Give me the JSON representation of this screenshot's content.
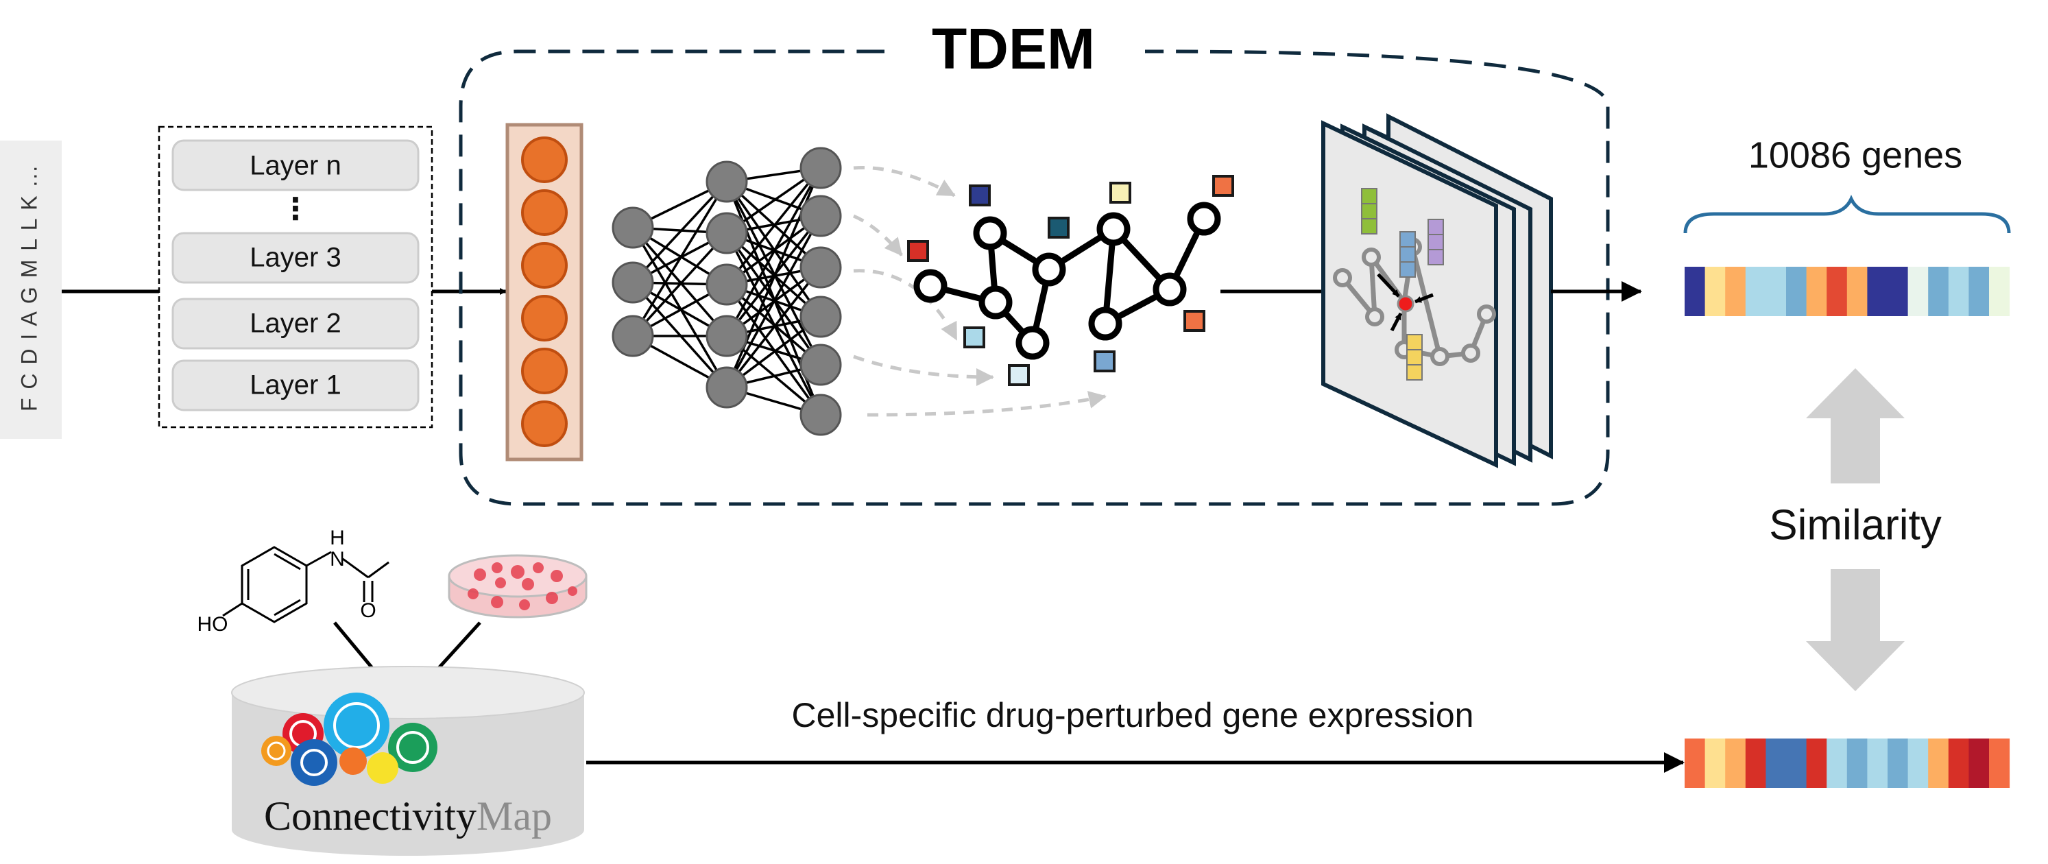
{
  "sequence": "F C D I A G M L L K ...",
  "encoder_layers": [
    "Layer n",
    "⋮",
    "Layer 3",
    "Layer 2",
    "Layer 1"
  ],
  "module_title": "TDEM",
  "gene_count_label": "10086 genes",
  "similarity_label": "Similarity",
  "expression_label": "Cell-specific drug-perturbed gene expression",
  "cmap_logo": {
    "part1": "Connectivity",
    "part2": "Map"
  },
  "molecule_atoms": {
    "hydroxyl": "HO",
    "nitrogen": "N",
    "hydrogen": "H",
    "oxygen": "O"
  },
  "colors": {
    "dashed_border": "#0f2a3d",
    "neuron_orange": "#e8722a",
    "neuron_gray": "#7f7f7f",
    "node_red": "#d73027",
    "node_navy": "#2e3c8f",
    "node_teal": "#1b5a72",
    "node_light_yellow": "#f7f0b5",
    "node_orange": "#ef7244",
    "node_light_blue": "#abd9e9",
    "node_pale_blue": "#dbeef5",
    "node_steel_blue": "#7aa7d1",
    "brace_color": "#2a6fa0",
    "arrow_gray": "#d0d0d0"
  },
  "predicted_bar": [
    "#313695",
    "#fee090",
    "#fdae61",
    "#abd9e9",
    "#abd9e9",
    "#74add1",
    "#fdae61",
    "#e34a33",
    "#fdae61",
    "#313695",
    "#313695",
    "#e9f4ec",
    "#74add1",
    "#abd9e9",
    "#74add1",
    "#ecf7e0"
  ],
  "observed_bar": [
    "#f46d43",
    "#fee090",
    "#fdae61",
    "#d73027",
    "#4575b4",
    "#4575b4",
    "#d73027",
    "#abd9e9",
    "#74add1",
    "#abd9e9",
    "#74add1",
    "#abd9e9",
    "#fdae61",
    "#d73027",
    "#b2182b",
    "#f46d43"
  ]
}
